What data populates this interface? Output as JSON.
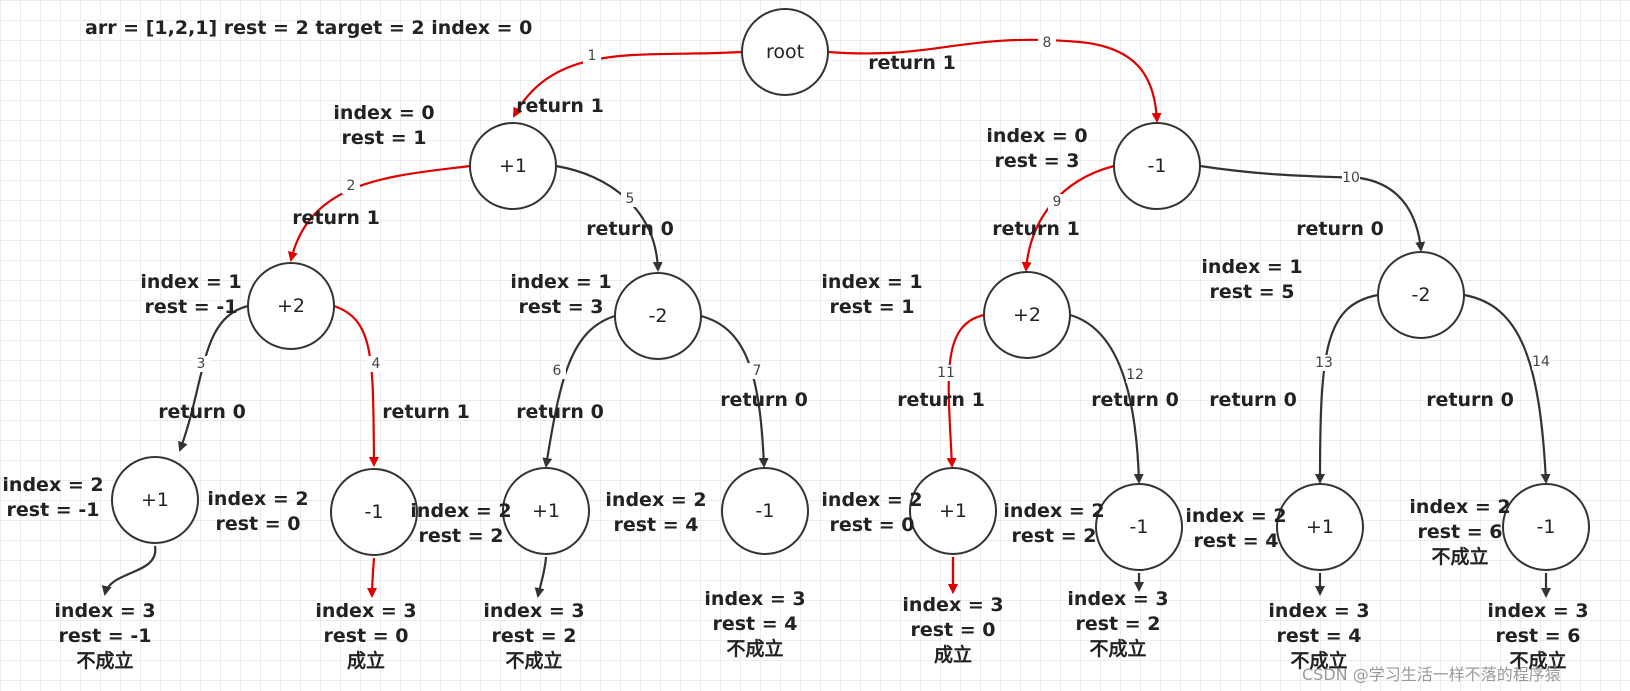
{
  "header": {
    "text": "arr = [1,2,1] rest = 2 target = 2 index = 0"
  },
  "watermark": {
    "text": "CSDN @学习生活一样不落的程序猿"
  },
  "colors": {
    "highlight": "#e00000",
    "normal": "#333333"
  },
  "nodes": [
    {
      "id": "root",
      "label": "root"
    },
    {
      "id": "n_p1",
      "label": "+1"
    },
    {
      "id": "n_m1",
      "label": "-1"
    },
    {
      "id": "n_p1_p2",
      "label": "+2"
    },
    {
      "id": "n_p1_m2",
      "label": "-2"
    },
    {
      "id": "n_m1_p2",
      "label": "+2"
    },
    {
      "id": "n_m1_m2",
      "label": "-2"
    },
    {
      "id": "l1",
      "label": "+1"
    },
    {
      "id": "l2",
      "label": "-1"
    },
    {
      "id": "l3",
      "label": "+1"
    },
    {
      "id": "l4",
      "label": "-1"
    },
    {
      "id": "l5",
      "label": "+1"
    },
    {
      "id": "l6",
      "label": "-1"
    },
    {
      "id": "l7",
      "label": "+1"
    },
    {
      "id": "l8",
      "label": "-1"
    }
  ],
  "edges": [
    {
      "id": "e1",
      "num": "1",
      "highlight": true
    },
    {
      "id": "e2",
      "num": "2",
      "highlight": true
    },
    {
      "id": "e3",
      "num": "3",
      "highlight": false
    },
    {
      "id": "e4",
      "num": "4",
      "highlight": true
    },
    {
      "id": "e5",
      "num": "5",
      "highlight": false
    },
    {
      "id": "e6",
      "num": "6",
      "highlight": false
    },
    {
      "id": "e7",
      "num": "7",
      "highlight": false
    },
    {
      "id": "e8",
      "num": "8",
      "highlight": true
    },
    {
      "id": "e9",
      "num": "9",
      "highlight": true
    },
    {
      "id": "e10",
      "num": "10",
      "highlight": false
    },
    {
      "id": "e11",
      "num": "11",
      "highlight": true
    },
    {
      "id": "e12",
      "num": "12",
      "highlight": false
    },
    {
      "id": "e13",
      "num": "13",
      "highlight": false
    },
    {
      "id": "e14",
      "num": "14",
      "highlight": false
    },
    {
      "id": "t1",
      "num": "",
      "highlight": false
    },
    {
      "id": "t2",
      "num": "",
      "highlight": true
    },
    {
      "id": "t3",
      "num": "",
      "highlight": false
    },
    {
      "id": "t4",
      "num": "",
      "highlight": false
    },
    {
      "id": "t5",
      "num": "",
      "highlight": true
    },
    {
      "id": "t6",
      "num": "",
      "highlight": false
    },
    {
      "id": "t7",
      "num": "",
      "highlight": false
    },
    {
      "id": "t8",
      "num": "",
      "highlight": false
    }
  ],
  "annotations": [
    {
      "id": "ret_e1",
      "lines": [
        "return 1"
      ]
    },
    {
      "id": "ret_e8",
      "lines": [
        "return 1"
      ]
    },
    {
      "id": "ret_e2",
      "lines": [
        "return 1"
      ]
    },
    {
      "id": "ret_e5",
      "lines": [
        "return 0"
      ]
    },
    {
      "id": "ret_e9",
      "lines": [
        "return 1"
      ]
    },
    {
      "id": "ret_e10",
      "lines": [
        "return 0"
      ]
    },
    {
      "id": "ret_e3",
      "lines": [
        "return 0"
      ]
    },
    {
      "id": "ret_e4",
      "lines": [
        "return 1"
      ]
    },
    {
      "id": "ret_e6",
      "lines": [
        "return 0"
      ]
    },
    {
      "id": "ret_e7",
      "lines": [
        "return 0"
      ]
    },
    {
      "id": "ret_e11",
      "lines": [
        "return 1"
      ]
    },
    {
      "id": "ret_e12",
      "lines": [
        "return 0"
      ]
    },
    {
      "id": "ret_e13",
      "lines": [
        "return 0"
      ]
    },
    {
      "id": "ret_e14",
      "lines": [
        "return 0"
      ]
    },
    {
      "id": "st_p1",
      "lines": [
        "index = 0",
        "rest = 1"
      ]
    },
    {
      "id": "st_m1",
      "lines": [
        "index = 0",
        "rest = 3"
      ]
    },
    {
      "id": "st_p1_p2",
      "lines": [
        "index = 1",
        "rest = -1"
      ]
    },
    {
      "id": "st_p1_m2",
      "lines": [
        "index = 1",
        "rest = 3"
      ]
    },
    {
      "id": "st_m1_p2",
      "lines": [
        "index = 1",
        "rest = 1"
      ]
    },
    {
      "id": "st_m1_m2",
      "lines": [
        "index = 1",
        "rest = 5"
      ]
    },
    {
      "id": "st_l1",
      "lines": [
        "index = 2",
        "rest = -1"
      ]
    },
    {
      "id": "st_l2",
      "lines": [
        "index = 2",
        "rest = 0"
      ]
    },
    {
      "id": "st_l3",
      "lines": [
        "index = 2",
        "rest = 2"
      ]
    },
    {
      "id": "st_l4",
      "lines": [
        "index = 2",
        "rest = 4"
      ]
    },
    {
      "id": "st_l5",
      "lines": [
        "index = 2",
        "rest = 0"
      ]
    },
    {
      "id": "st_l6",
      "lines": [
        "index = 2",
        "rest = 2"
      ]
    },
    {
      "id": "st_l7",
      "lines": [
        "index = 2",
        "rest = 4"
      ]
    },
    {
      "id": "st_l8",
      "lines": [
        "index = 2",
        "rest = 6",
        "不成立"
      ]
    },
    {
      "id": "end_1",
      "lines": [
        "index = 3",
        "rest = -1",
        "不成立"
      ]
    },
    {
      "id": "end_2",
      "lines": [
        "index = 3",
        "rest = 0",
        "成立"
      ]
    },
    {
      "id": "end_3",
      "lines": [
        "index = 3",
        "rest = 2",
        "不成立"
      ]
    },
    {
      "id": "end_4",
      "lines": [
        "index = 3",
        "rest = 4",
        "不成立"
      ]
    },
    {
      "id": "end_5",
      "lines": [
        "index = 3",
        "rest = 0",
        "成立"
      ]
    },
    {
      "id": "end_6",
      "lines": [
        "index = 3",
        "rest = 2",
        "不成立"
      ]
    },
    {
      "id": "end_7",
      "lines": [
        "index = 3",
        "rest = 4",
        "不成立"
      ]
    },
    {
      "id": "end_8",
      "lines": [
        "index = 3",
        "rest = 6",
        "不成立"
      ]
    }
  ]
}
